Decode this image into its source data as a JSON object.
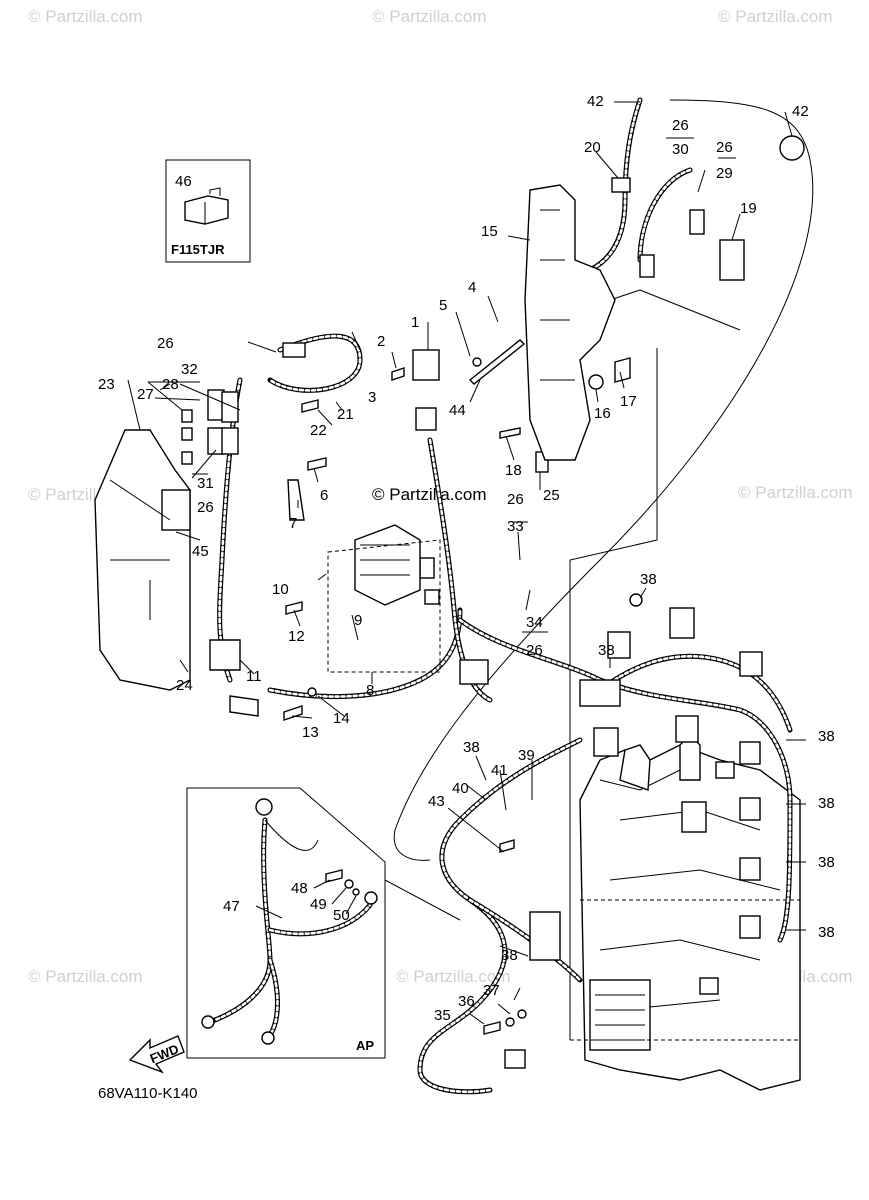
{
  "watermarks": [
    "© Partzilla.com",
    "© Partzilla.com",
    "© Partzilla.com",
    "© Partzilla.com",
    "© Partzilla.com",
    "© Partzilla.com",
    "© Partzilla.com",
    "© Partzilla.com"
  ],
  "center_watermark": "© Partzilla.com",
  "inset": {
    "part_number": "46",
    "model": "F115TJR"
  },
  "ap_box_label": "AP",
  "fwd_label": "FWD",
  "diagram_code": "68VA110-K140",
  "labels": [
    "42",
    "42",
    "26",
    "30",
    "26",
    "29",
    "20",
    "19",
    "15",
    "4",
    "5",
    "1",
    "2",
    "26",
    "32",
    "28",
    "27",
    "23",
    "21",
    "22",
    "3",
    "44",
    "16",
    "17",
    "18",
    "25",
    "26",
    "33",
    "6",
    "7",
    "31",
    "26",
    "45",
    "10",
    "9",
    "12",
    "8",
    "11",
    "24",
    "13",
    "14",
    "34",
    "26",
    "38",
    "38",
    "38",
    "39",
    "41",
    "40",
    "43",
    "38",
    "38",
    "38",
    "48",
    "49",
    "50",
    "47",
    "38",
    "37",
    "36",
    "35",
    "38"
  ]
}
